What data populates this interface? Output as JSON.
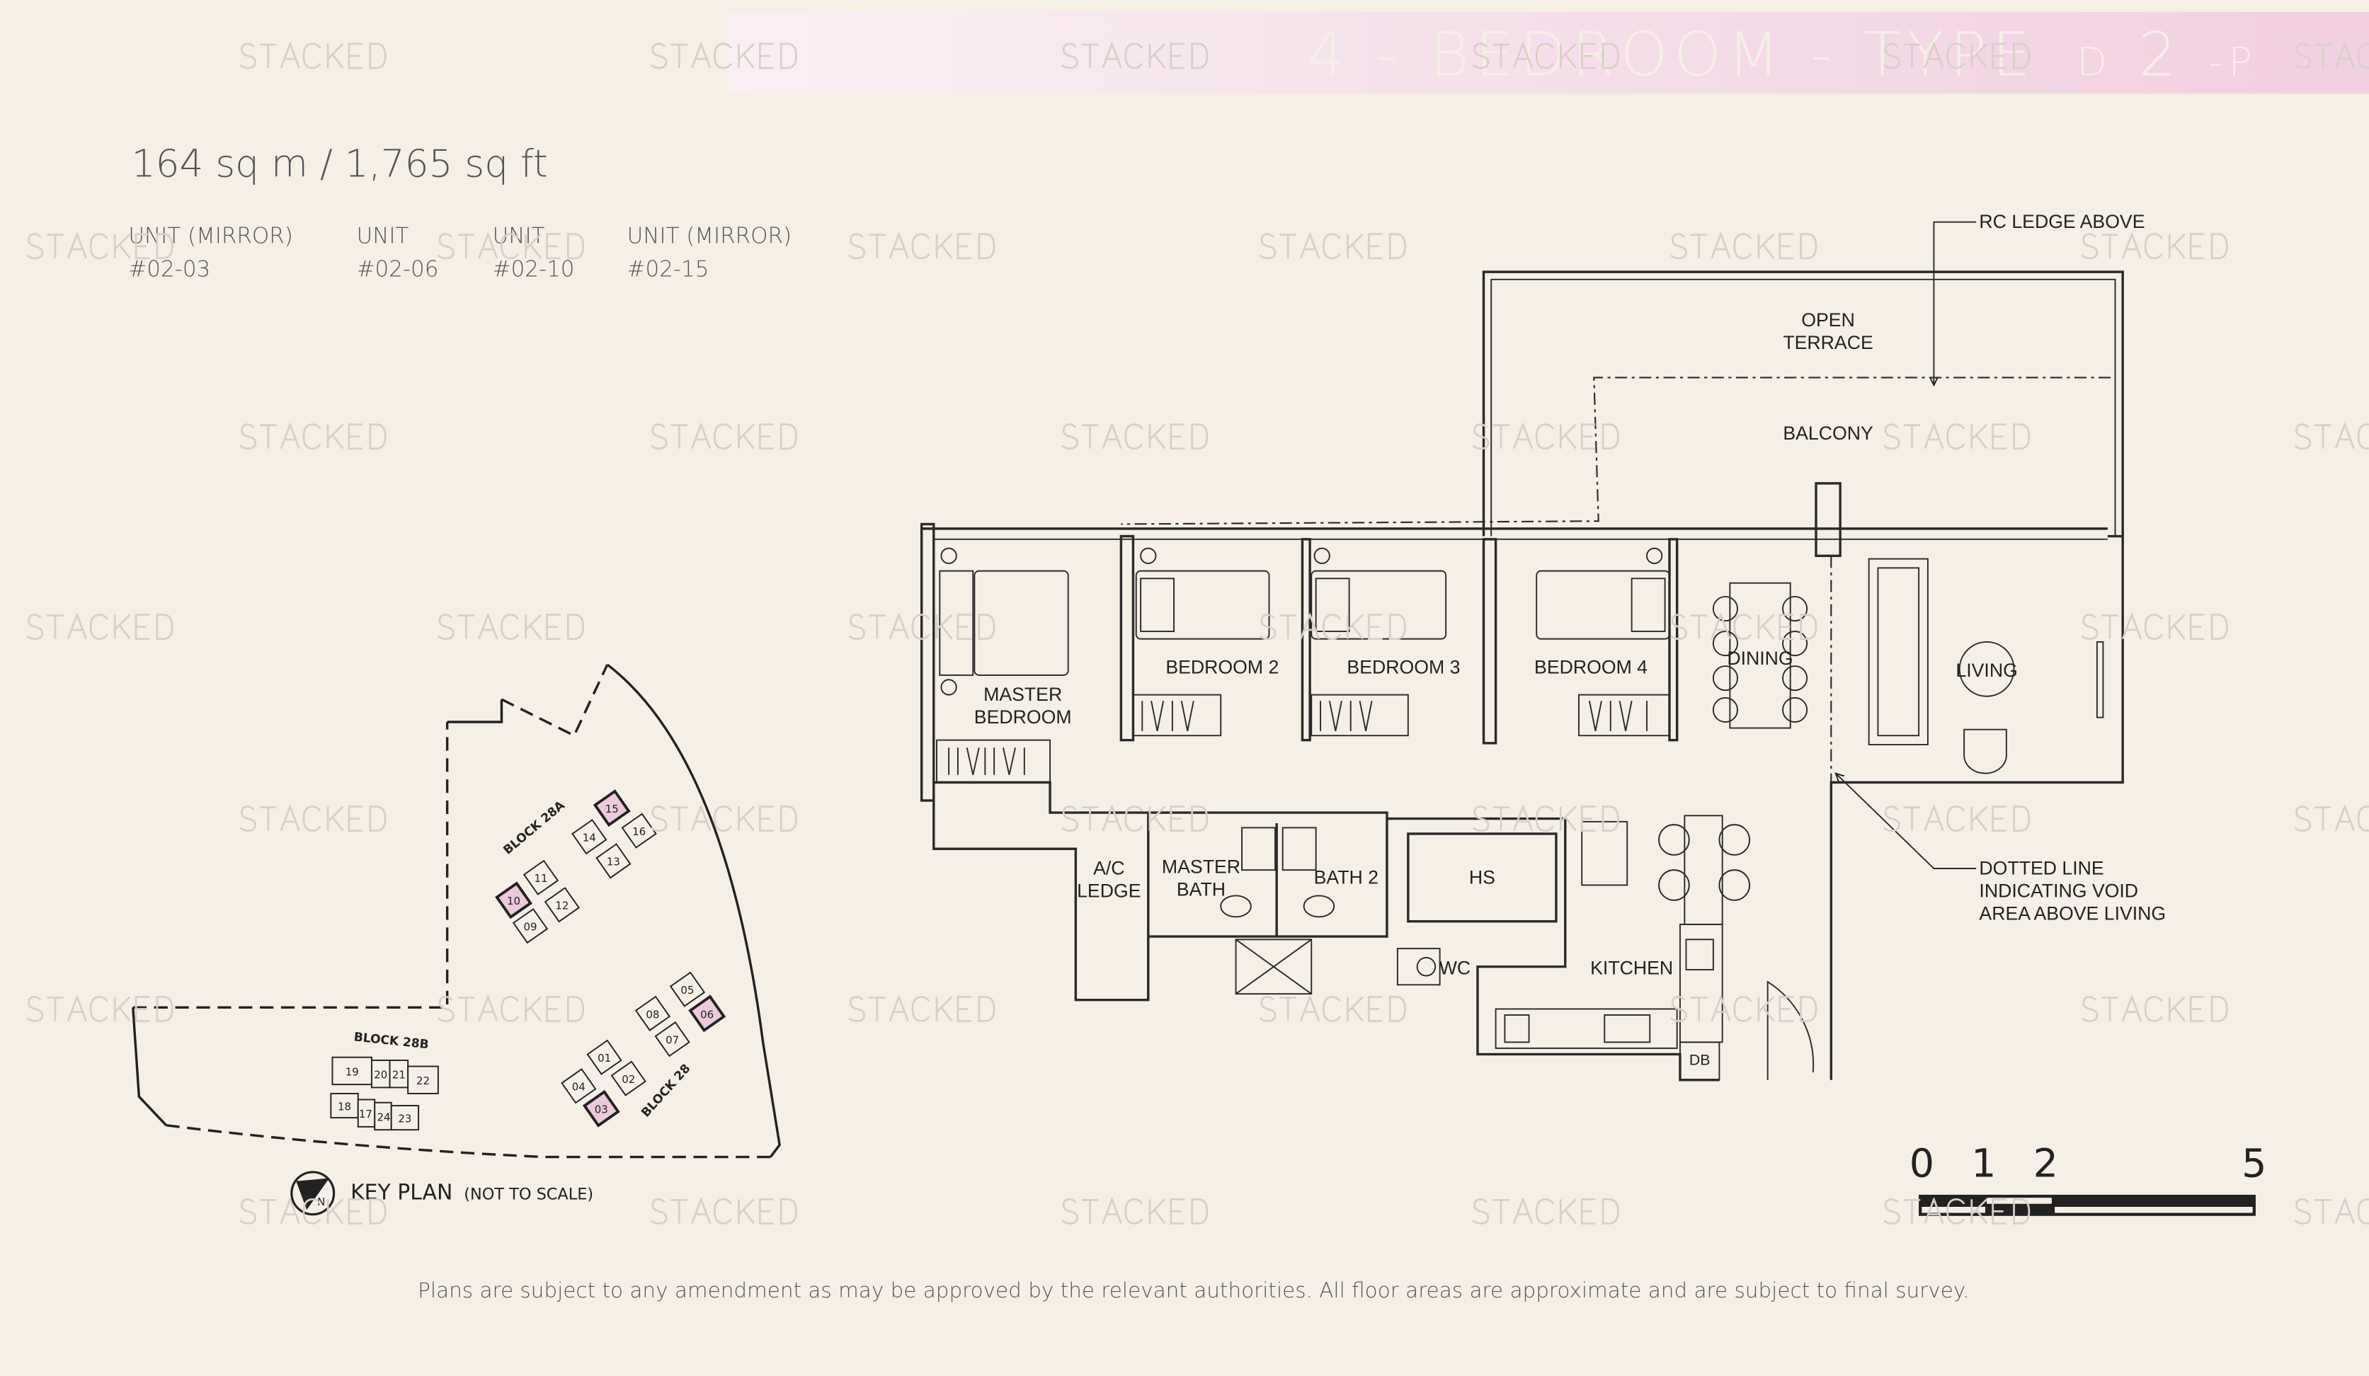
{
  "header": {
    "title_main": "4 - BEDROOM - TYPE",
    "title_letter": "D",
    "title_number": "2",
    "title_suffix": "-P",
    "band_color_start": "#fbeff3",
    "band_color_end": "#f0cfe0"
  },
  "area": "164 sq m / 1,765 sq ft",
  "units": [
    {
      "label": "UNIT (MIRROR)",
      "number": "#02-03"
    },
    {
      "label": "UNIT",
      "number": "#02-06"
    },
    {
      "label": "UNIT",
      "number": "#02-10"
    },
    {
      "label": "UNIT (MIRROR)",
      "number": "#02-15"
    }
  ],
  "floor_plan": {
    "rooms": {
      "open_terrace_1": "OPEN",
      "open_terrace_2": "TERRACE",
      "balcony": "BALCONY",
      "master_bedroom_1": "MASTER",
      "master_bedroom_2": "BEDROOM",
      "bedroom_2": "BEDROOM 2",
      "bedroom_3": "BEDROOM 3",
      "bedroom_4": "BEDROOM 4",
      "dining": "DINING",
      "living": "LIVING",
      "ac_ledge_1": "A/C",
      "ac_ledge_2": "LEDGE",
      "master_bath_1": "MASTER",
      "master_bath_2": "BATH",
      "bath_2": "BATH 2",
      "hs": "HS",
      "wc": "WC",
      "kitchen": "KITCHEN",
      "db": "DB"
    },
    "annotations": {
      "rc_ledge": "RC LEDGE ABOVE",
      "void_1": "DOTTED LINE",
      "void_2": "INDICATING VOID",
      "void_3": "AREA ABOVE LIVING"
    }
  },
  "scale_bar": {
    "ticks": [
      "0",
      "1",
      "2",
      "5"
    ]
  },
  "key_plan": {
    "title": "KEY PLAN",
    "subtitle": "(NOT TO SCALE)",
    "north_label": "N",
    "blocks": [
      "BLOCK 28A",
      "BLOCK 28B",
      "BLOCK 28"
    ],
    "highlight_color": "#ecc9dc",
    "units_28a": [
      "15",
      "14",
      "16",
      "13",
      "11",
      "10",
      "12",
      "09"
    ],
    "units_28": [
      "05",
      "08",
      "06",
      "07",
      "01",
      "04",
      "02",
      "03"
    ],
    "units_28b": [
      "19",
      "20",
      "21",
      "22",
      "18",
      "17",
      "24",
      "23"
    ],
    "highlighted": [
      "15",
      "10",
      "06",
      "03"
    ]
  },
  "disclaimer": "Plans are subject to any amendment as may be approved by the relevant authorities. All floor areas are approximate and are subject to final survey.",
  "watermark": "STACKED"
}
